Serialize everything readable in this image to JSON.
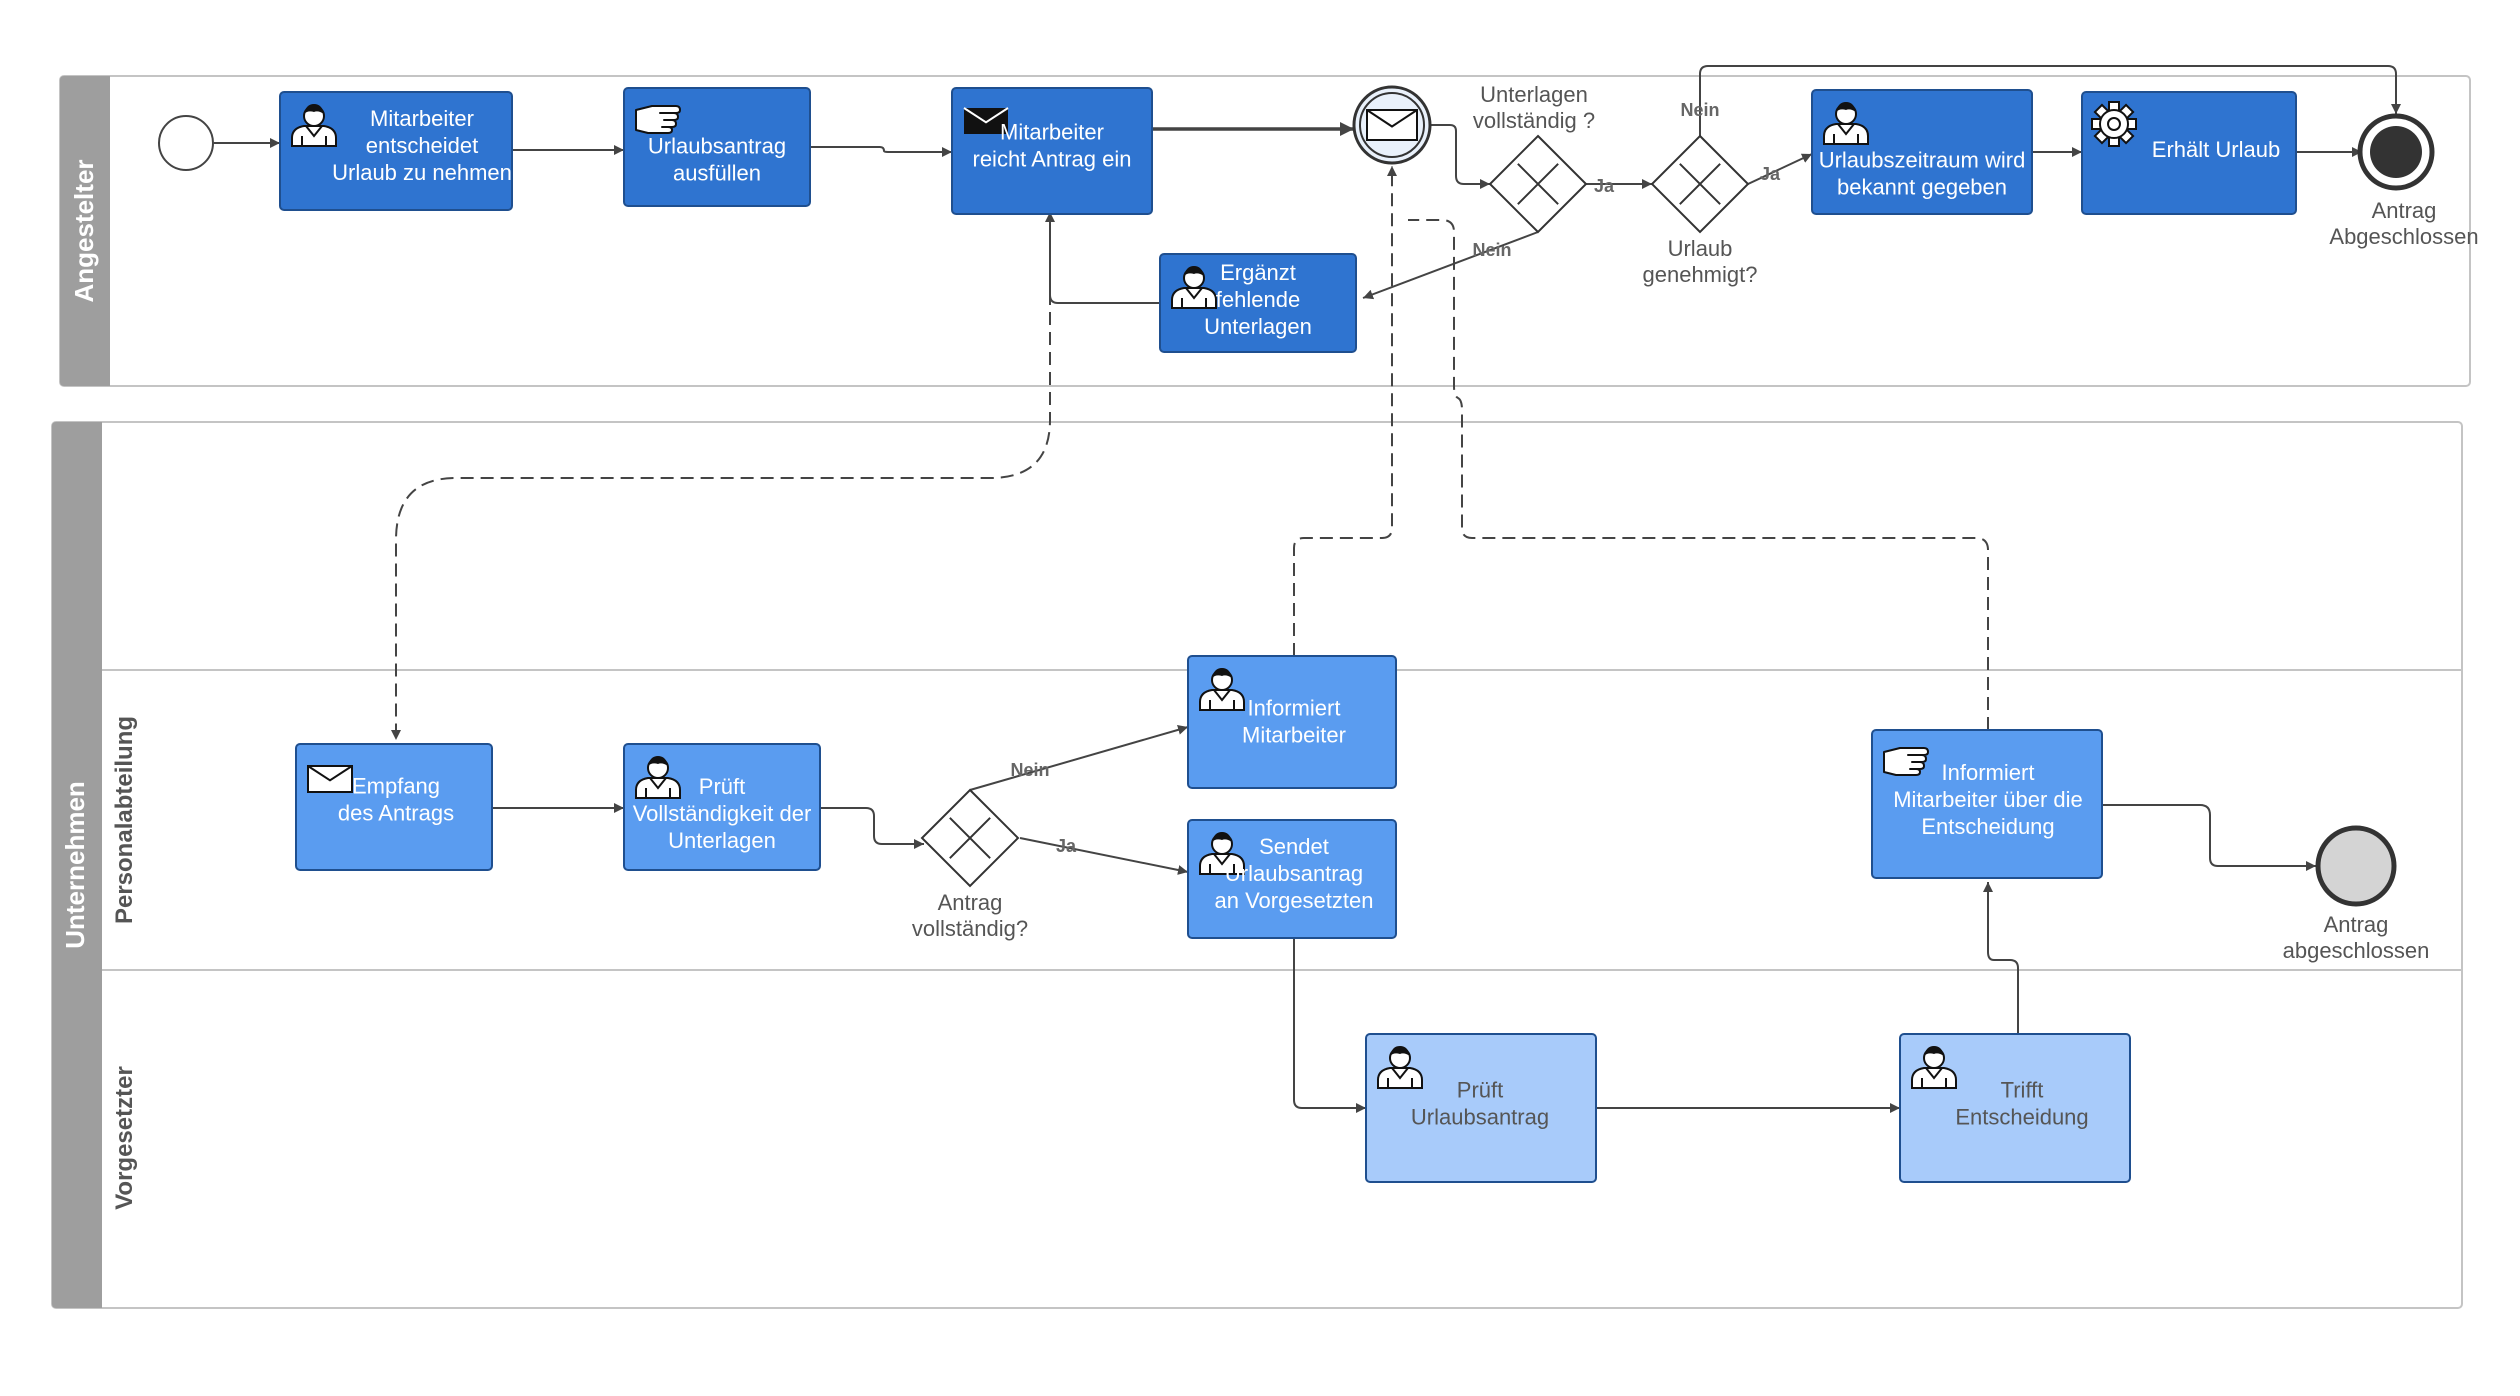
{
  "pools": [
    {
      "id": "angestelter",
      "label": "Angestelter",
      "lanes": []
    },
    {
      "id": "unternehmen",
      "label": "Unternehmen",
      "lanes": [
        {
          "id": "lane-top",
          "label": ""
        },
        {
          "id": "personalabteilung",
          "label": "Personalabteilung"
        },
        {
          "id": "vorgesetzter",
          "label": "Vorgesetzter"
        }
      ]
    }
  ],
  "tasks": [
    {
      "id": "t1",
      "type": "user",
      "style": "dark",
      "lines": [
        "Mitarbeiter",
        "entscheidet",
        "Urlaub zu nehmen"
      ]
    },
    {
      "id": "t2",
      "type": "manual",
      "style": "dark",
      "lines": [
        "Urlaubsantrag",
        "ausfüllen"
      ]
    },
    {
      "id": "t3",
      "type": "send",
      "style": "dark",
      "lines": [
        "Mitarbeiter",
        "reicht Antrag ein"
      ]
    },
    {
      "id": "t4",
      "type": "user",
      "style": "dark",
      "lines": [
        "Ergänzt",
        "fehlende",
        "Unterlagen"
      ]
    },
    {
      "id": "t5",
      "type": "user",
      "style": "dark",
      "lines": [
        "Urlaubszeitraum wird",
        "bekannt gegeben"
      ]
    },
    {
      "id": "t6",
      "type": "service",
      "style": "dark",
      "lines": [
        "Erhält Urlaub"
      ]
    },
    {
      "id": "t7",
      "type": "receive",
      "style": "medium",
      "lines": [
        "Empfang",
        "des Antrags"
      ]
    },
    {
      "id": "t8",
      "type": "user",
      "style": "medium",
      "lines": [
        "Prüft",
        "Vollständigkeit der",
        "Unterlagen"
      ]
    },
    {
      "id": "t9",
      "type": "user",
      "style": "medium",
      "lines": [
        "Informiert",
        "Mitarbeiter"
      ]
    },
    {
      "id": "t10",
      "type": "user",
      "style": "medium",
      "lines": [
        "Sendet",
        "Urlaubsantrag",
        "an Vorgesetzten"
      ]
    },
    {
      "id": "t11",
      "type": "manual",
      "style": "medium",
      "lines": [
        "Informiert",
        "Mitarbeiter über die",
        "Entscheidung"
      ]
    },
    {
      "id": "t12",
      "type": "user",
      "style": "light",
      "lines": [
        "Prüft",
        "Urlaubsantrag"
      ]
    },
    {
      "id": "t13",
      "type": "user",
      "style": "light",
      "lines": [
        "Trifft",
        "Entscheidung"
      ]
    }
  ],
  "events": [
    {
      "id": "e-start",
      "type": "start",
      "lines": []
    },
    {
      "id": "e-msg",
      "type": "intermediate-message",
      "lines": []
    },
    {
      "id": "e-end1",
      "type": "end",
      "lines": [
        "Antrag",
        "Abgeschlossen"
      ]
    },
    {
      "id": "e-end2",
      "type": "end-grey",
      "lines": [
        "Antrag",
        "abgeschlossen"
      ]
    }
  ],
  "gateways": [
    {
      "id": "g1",
      "lines": [
        "Unterlagen",
        "vollständig ?"
      ]
    },
    {
      "id": "g2",
      "lines": [
        "Urlaub",
        "genehmigt?"
      ]
    },
    {
      "id": "g3",
      "lines": [
        "Antrag",
        "vollständig?"
      ]
    }
  ],
  "flow_labels": [
    {
      "id": "l-ja1",
      "text": "Ja"
    },
    {
      "id": "l-nein1",
      "text": "Nein"
    },
    {
      "id": "l-ja2",
      "text": "Ja"
    },
    {
      "id": "l-nein2",
      "text": "Nein"
    },
    {
      "id": "l-nein3",
      "text": "Nein"
    },
    {
      "id": "l-ja3",
      "text": "Ja"
    }
  ],
  "colors": {
    "dark_task": "#2f74d0",
    "medium_task": "#5a9cf0",
    "light_task": "#a8cbfa",
    "task_border": "#1f4f8f",
    "pool_header": "#9e9e9e",
    "pool_border": "#c4c4c4",
    "line": "#444444",
    "end_fill": "#333333",
    "end_grey_fill": "#d4d4d4"
  }
}
